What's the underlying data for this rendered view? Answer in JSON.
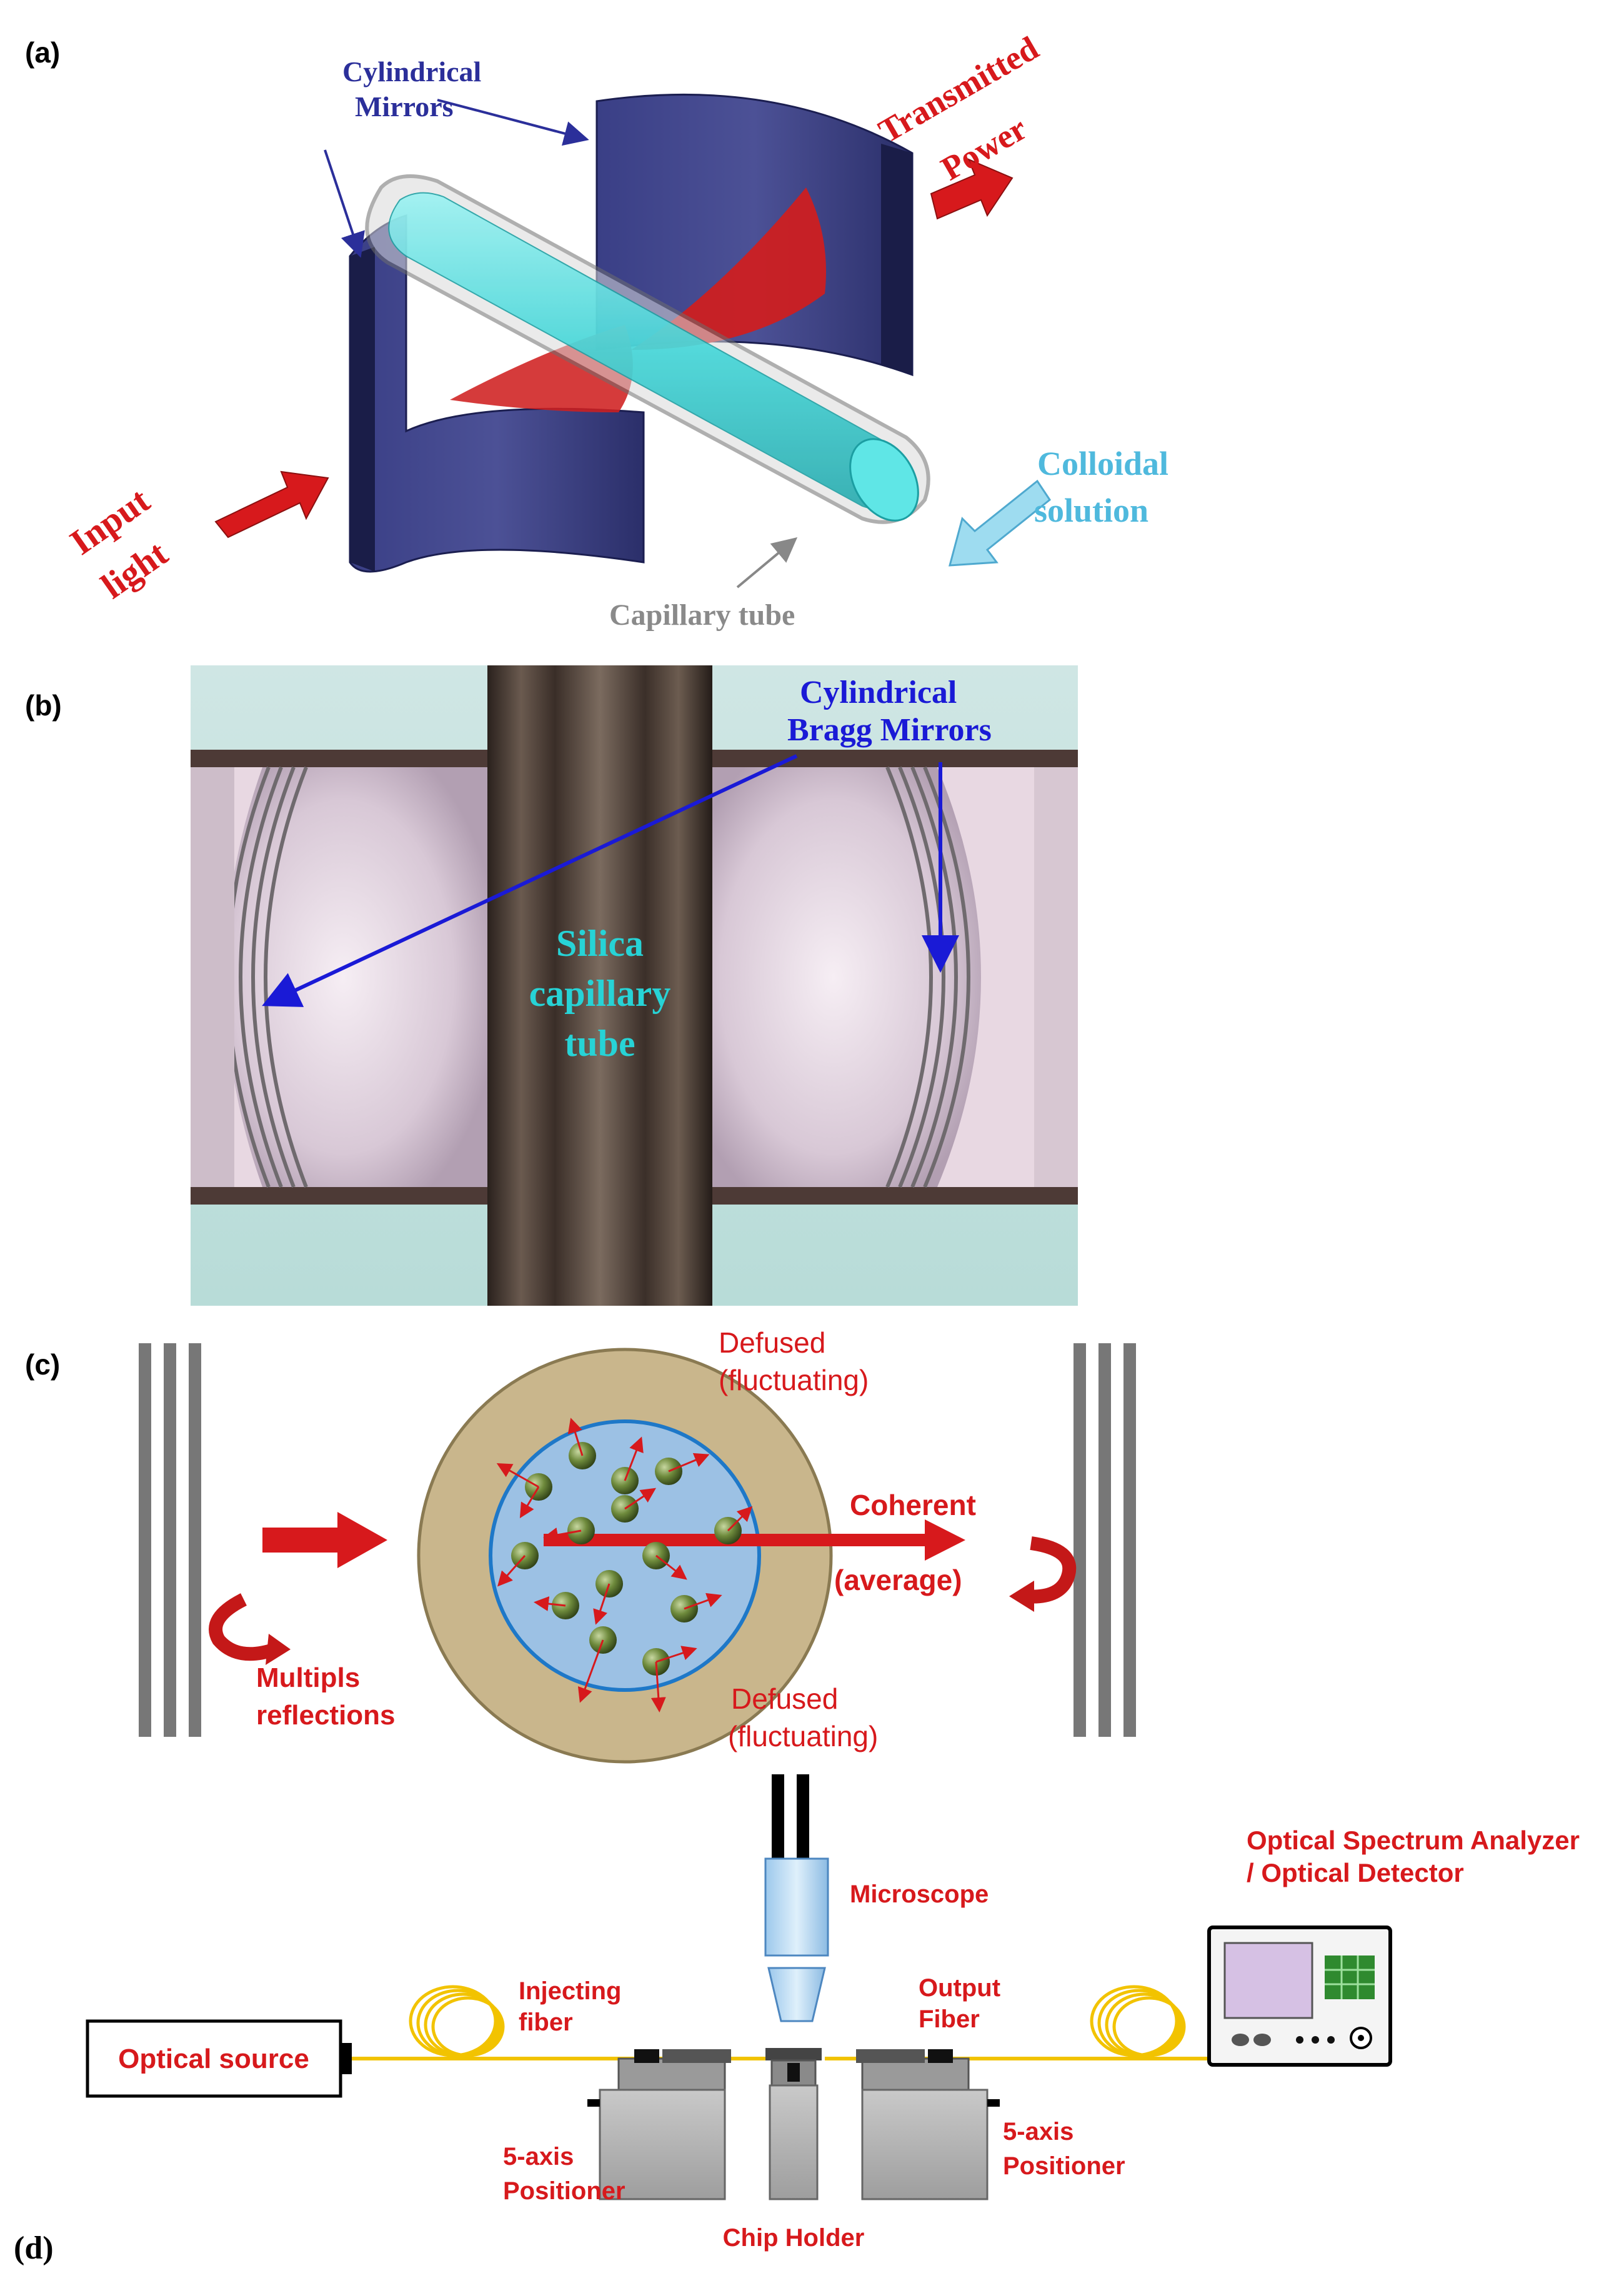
{
  "panel_a": {
    "label": "(a)",
    "mirrors_label_line1": "Cylindrical",
    "mirrors_label_line2": "Mirrors",
    "transmitted_line1": "Transmitted",
    "transmitted_line2": "Power",
    "input_line1": "Input",
    "input_line2": "light",
    "colloidal_line1": "Colloidal",
    "colloidal_line2": "solution",
    "capillary_label": "Capillary tube"
  },
  "panel_b": {
    "label": "(b)",
    "bragg_line1": "Cylindrical",
    "bragg_line2": "Bragg Mirrors",
    "silica_line1": "Silica",
    "silica_line2": "capillary",
    "silica_line3": "tube"
  },
  "panel_c": {
    "label": "(c)",
    "defused_top_line1": "Defused",
    "defused_top_line2": "(fluctuating)",
    "coherent_line1": "Coherent",
    "coherent_line2": "(average)",
    "multiple_line1": "Multipls",
    "multiple_line2": "reflections",
    "defused_bottom_line1": "Defused",
    "defused_bottom_line2": "(fluctuating)"
  },
  "panel_d": {
    "label": "(d)",
    "osa_line1": "Optical Spectrum Analyzer",
    "osa_line2": "/ Optical Detector",
    "microscope": "Microscope",
    "injecting_line1": "Injecting",
    "injecting_line2": "fiber",
    "output_line1": "Output",
    "output_line2": "Fiber",
    "optical_source": "Optical source",
    "positioner_left_line1": "5-axis",
    "positioner_left_line2": "Positioner",
    "positioner_right_line1": "5-axis",
    "positioner_right_line2": "Positioner",
    "chip_holder": "Chip Holder"
  },
  "colors": {
    "red": "#d7191c",
    "navy": "#2b2f73",
    "blue": "#1a1ad6",
    "cyan": "#27d3d6",
    "tan": "#c9b68c",
    "fiber": "#f2c300"
  }
}
